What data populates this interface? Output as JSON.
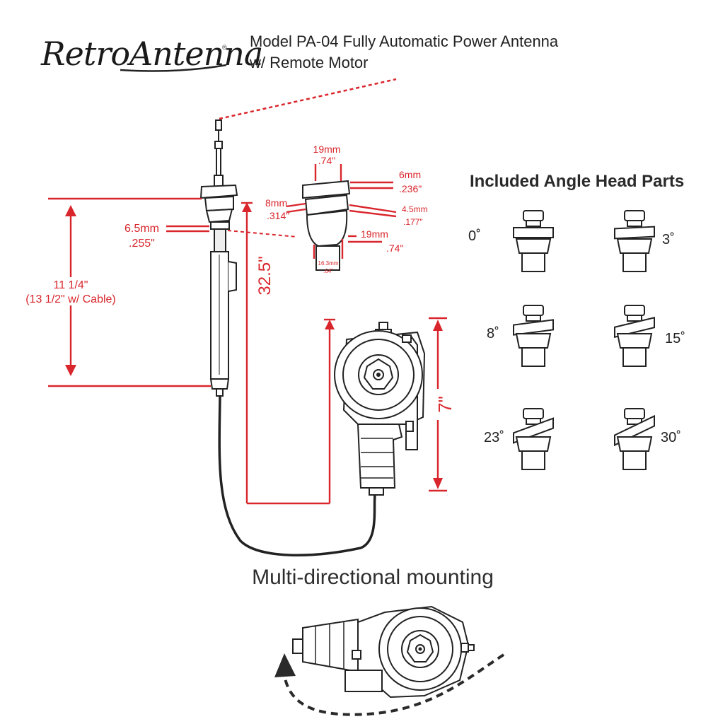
{
  "brand": {
    "logo_text": "RetroAntenna",
    "registered": "®"
  },
  "title": {
    "line1": "Model PA-04 Fully Automatic Power Antenna",
    "line2": "w/ Remote Motor"
  },
  "dimensions": {
    "mast_dia_mm": "6.5mm",
    "mast_dia_in": ".255\"",
    "body_length_1": "11 1/4\"",
    "body_length_2": "(13 1/2\" w/ Cable)",
    "extended": "32.5\"",
    "motor_height": "7\""
  },
  "head_detail": {
    "top_mm": "19mm",
    "top_in": ".74\"",
    "d6_mm": "6mm",
    "d6_in": ".236\"",
    "d8_mm": "8mm",
    "d8_in": ".314\"",
    "d45_mm": "4.5mm",
    "d45_in": ".177\"",
    "bottom_mm": "19mm",
    "bottom_in": ".74\"",
    "base_mm": "16.3mm",
    "base_in": ".64\""
  },
  "angle_heads": {
    "heading": "Included Angle Head Parts",
    "labels": [
      "0˚",
      "3˚",
      "8˚",
      "15˚",
      "23˚",
      "30˚"
    ]
  },
  "mounting_caption": "Multi-directional mounting",
  "colors": {
    "dimension": "#d9262c",
    "line_art": "#222222"
  }
}
